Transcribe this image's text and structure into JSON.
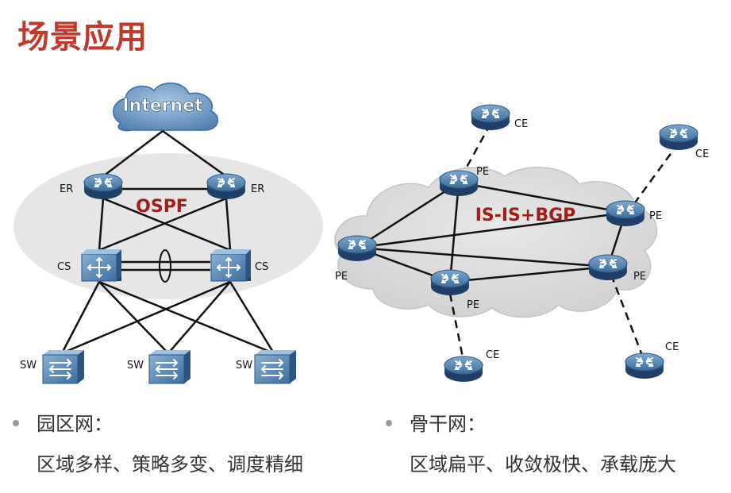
{
  "title": "场景应用",
  "campus": {
    "internet_label": "Internet",
    "protocol_label": "OSPF",
    "er_label": "ER",
    "cs_label": "CS",
    "sw_label": "SW",
    "bullet_title": "园区网：",
    "bullet_desc": "区域多样、策略多变、调度精细"
  },
  "backbone": {
    "protocol_label": "IS-IS+BGP",
    "pe_label": "PE",
    "ce_label": "CE",
    "bullet_title": "骨干网：",
    "bullet_desc": "区域扁平、收敛极快、承载庞大"
  },
  "colors": {
    "title": "#c0392b",
    "protocol": "#a11d1d",
    "router_blue": "#3c6d9e",
    "router_dark": "#1f3f66",
    "cloud_fill": "#d9d9d9",
    "ellipse_fill": "#e6e6e6"
  }
}
